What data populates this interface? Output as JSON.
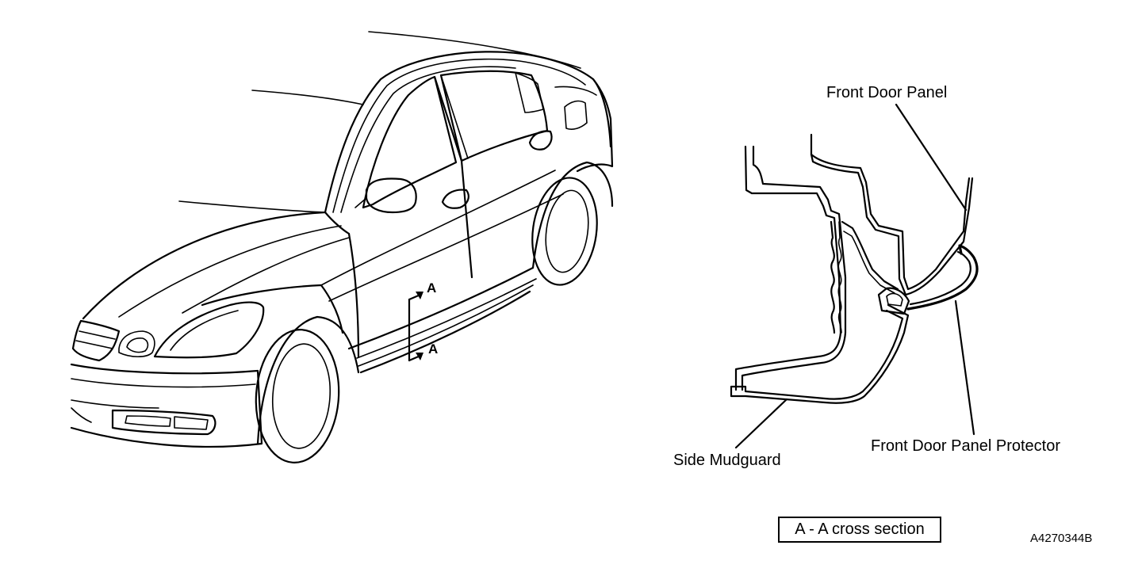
{
  "labels": {
    "front_door_panel": "Front Door Panel",
    "side_mudguard": "Side Mudguard",
    "front_door_panel_protector": "Front Door Panel Protector",
    "cross_section_caption": "A - A cross section",
    "section_marker_top": "A",
    "section_marker_bottom": "A",
    "figure_id": "A4270344B"
  },
  "colors": {
    "line": "#000000",
    "background": "#ffffff"
  }
}
